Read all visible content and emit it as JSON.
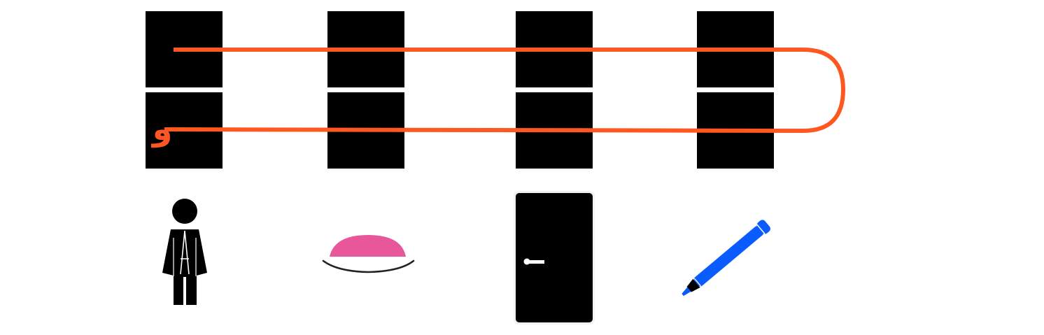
{
  "colors": {
    "background": "#ffffff",
    "block": "#000000",
    "path": "#ff5722",
    "mat": "#e8579a",
    "mat_base": "#222222",
    "marker": "#0a5cff",
    "door": "#000000"
  },
  "grid": {
    "columns": 4,
    "rows": 2
  },
  "path_glyph": "و",
  "icons": [
    {
      "name": "person-icon"
    },
    {
      "name": "mat-icon"
    },
    {
      "name": "door-icon"
    },
    {
      "name": "marker-icon"
    }
  ]
}
